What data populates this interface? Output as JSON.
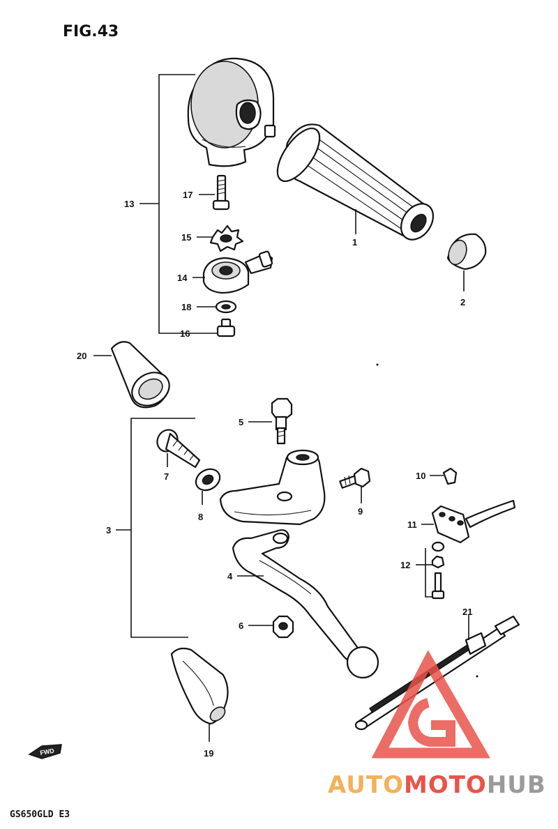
{
  "figure_title": "FIG.43",
  "model_code": "GS650GLD E3",
  "front_marker": "FWD",
  "watermark": {
    "part1": "AUTO",
    "part2": "MOTO",
    "part3": "HUB",
    "color1": "#f3b15a",
    "color2": "#e8534a",
    "color3": "#9a9a9a"
  },
  "labels": {
    "p1": "1",
    "p2": "2",
    "p3": "3",
    "p4": "4",
    "p5": "5",
    "p6": "6",
    "p7": "7",
    "p8": "8",
    "p9": "9",
    "p10": "10",
    "p11": "11",
    "p12": "12",
    "p13": "13",
    "p14": "14",
    "p15": "15",
    "p16": "16",
    "p17": "17",
    "p18": "18",
    "p19": "19",
    "p20": "20",
    "p21": "21"
  }
}
